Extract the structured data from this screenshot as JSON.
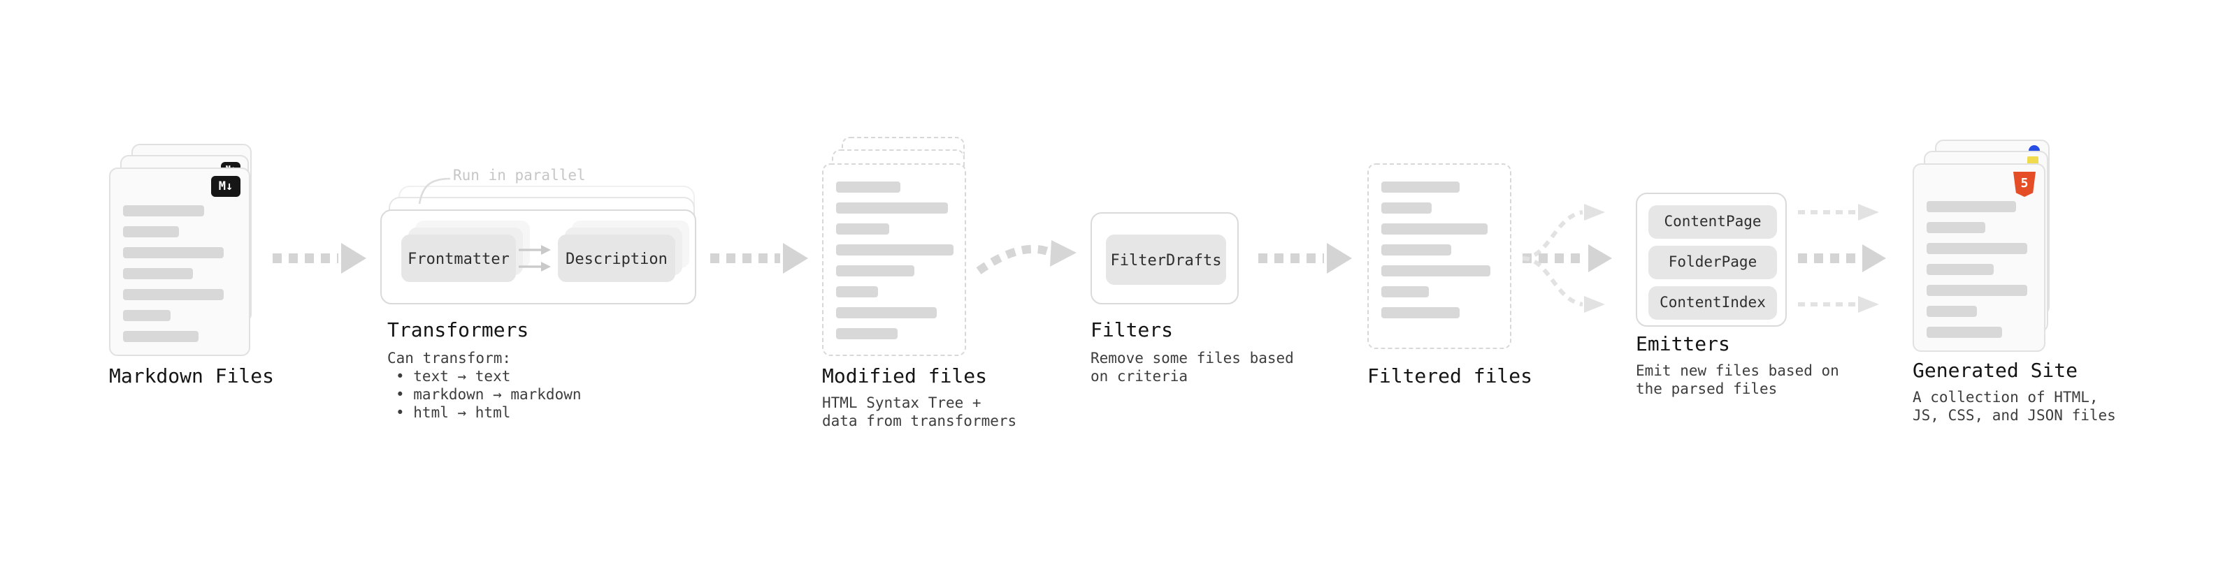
{
  "nodes": {
    "markdown_files": {
      "label": "Markdown Files",
      "badge": "M↓"
    },
    "transformers": {
      "label": "Transformers",
      "callout": "Run in parallel",
      "buttons": [
        "Frontmatter",
        "Description"
      ],
      "desc_title": "Can transform:",
      "desc_items": [
        "• text → text",
        "• markdown → markdown",
        "• html → html"
      ]
    },
    "modified_files": {
      "label": "Modified files",
      "desc": "HTML Syntax Tree +\ndata from transformers"
    },
    "filters": {
      "label": "Filters",
      "buttons": [
        "FilterDrafts"
      ],
      "desc": "Remove some files based\non criteria"
    },
    "filtered_files": {
      "label": "Filtered files"
    },
    "emitters": {
      "label": "Emitters",
      "buttons": [
        "ContentPage",
        "FolderPage",
        "ContentIndex"
      ],
      "desc": "Emit new files based on\nthe parsed files"
    },
    "generated_site": {
      "label": "Generated Site",
      "badge": "5",
      "desc": "A collection of HTML,\nJS, CSS, and JSON files"
    }
  },
  "colors": {
    "arrow_main": "#d4d4d4",
    "arrow_light": "#e2e2e2",
    "chip_bg": "#e6e6e6",
    "markdown_badge_bg": "#161616",
    "html5_orange": "#e44d26",
    "js_yellow": "#f0db4f",
    "css_blue": "#264de4"
  }
}
